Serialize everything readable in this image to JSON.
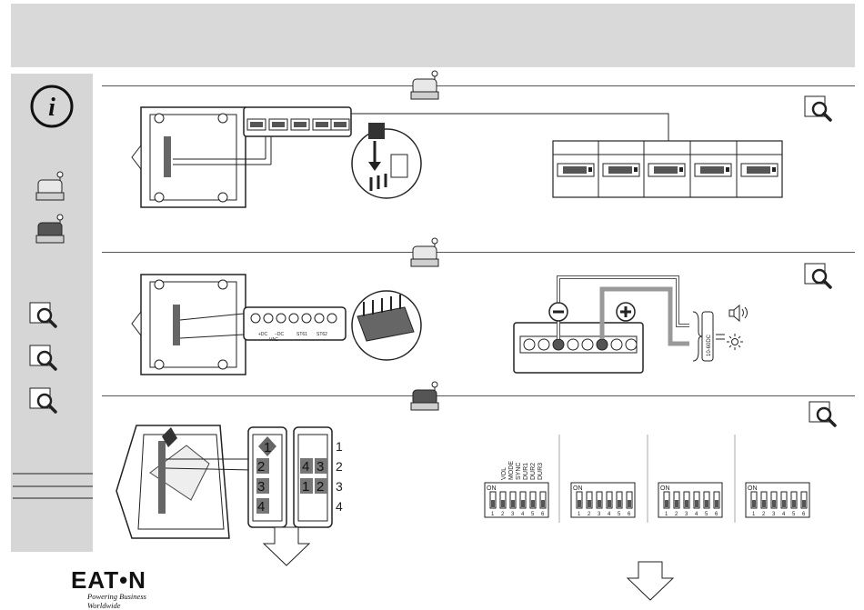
{
  "brand": {
    "logo_text": "EAT•N",
    "tagline": "Powering Business Worldwide"
  },
  "sections": {
    "top": {
      "terminal_labels": [
        "",
        "",
        "",
        "",
        ""
      ]
    },
    "middle": {
      "terminal_labels": [
        "+DC",
        "−DC",
        "VAC",
        "ST61",
        "ST62"
      ],
      "voltage_label": "10-60DC"
    },
    "bottom": {
      "sequence_left": [
        "1",
        "2",
        "3",
        "4"
      ],
      "sequence_right": [
        "4",
        "3",
        "1",
        "2"
      ],
      "sequence_numbers": [
        "1",
        "2",
        "3",
        "4"
      ],
      "dip_labels": [
        "DUR3",
        "DUR2",
        "DUR1",
        "SYNC",
        "MODE",
        "VOL"
      ],
      "dip_on_label": "ON",
      "dip_positions": [
        "1",
        "2",
        "3",
        "4",
        "5",
        "6"
      ]
    }
  },
  "icons": {
    "info": "info-icon",
    "magnifier": "magnifier-icon",
    "device": "beacon-device-icon"
  },
  "colors": {
    "header_band": "#d9d9d9",
    "sidebar": "#d6d6d6",
    "ink": "#222222"
  }
}
